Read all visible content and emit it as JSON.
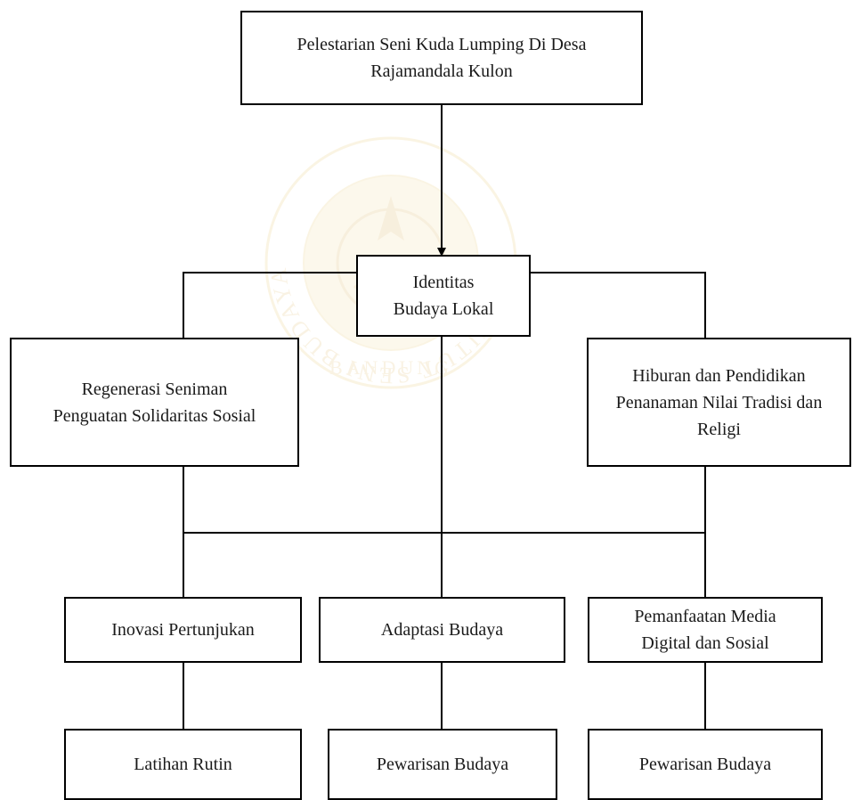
{
  "diagram": {
    "root": {
      "lines": [
        "Pelestarian Seni Kuda Lumping Di Desa",
        "Rajamandala Kulon"
      ]
    },
    "center": {
      "lines": [
        "Identitas",
        "Budaya Lokal"
      ]
    },
    "left": {
      "lines": [
        "Regenerasi Seniman",
        "Penguatan Solidaritas Sosial"
      ]
    },
    "right": {
      "lines": [
        "Hiburan dan Pendidikan",
        "Penanaman Nilai Tradisi dan",
        "Religi"
      ]
    },
    "row3": [
      {
        "lines": [
          "Inovasi Pertunjukan"
        ]
      },
      {
        "lines": [
          "Adaptasi Budaya"
        ]
      },
      {
        "lines": [
          "Pemanfaatan Media",
          "Digital dan Sosial"
        ]
      }
    ],
    "row4": [
      {
        "lines": [
          "Latihan Rutin"
        ]
      },
      {
        "lines": [
          "Pewarisan Budaya"
        ]
      },
      {
        "lines": [
          "Pewarisan Budaya"
        ]
      }
    ]
  },
  "watermark": {
    "ring_text": "INSTITUT SENI BUDAYA INDONESIA",
    "bottom_text": "BANDUNG",
    "color": "#e8c56a"
  },
  "colors": {
    "line": "#000000",
    "text": "#1a1a1a",
    "background": "#ffffff"
  }
}
